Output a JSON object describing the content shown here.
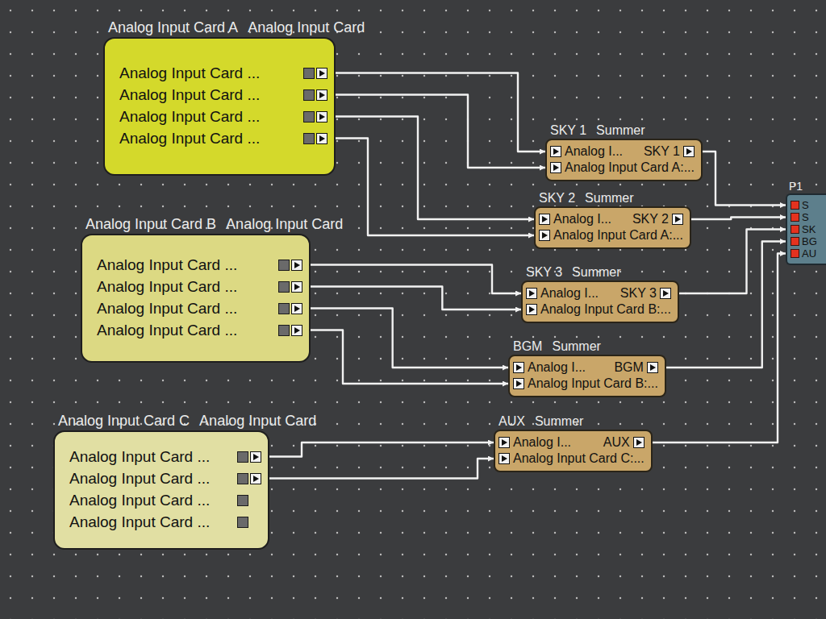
{
  "diagram": {
    "nodes": [
      {
        "text": [
          "Analog Input Card A",
          "Analog Input Card",
          "Analog Input Card ...",
          "Analog Input Card ...",
          "Analog Input Card ...",
          "Analog Input Card ..."
        ]
      },
      {
        "text": [
          "Analog Input Card B",
          "Analog Input Card",
          "Analog Input Card ...",
          "Analog Input Card ...",
          "Analog Input Card ...",
          "Analog Input Card ..."
        ]
      },
      {
        "text": [
          "Analog Input Card C",
          "Analog Input Card",
          "Analog Input Card ...",
          "Analog Input Card ...",
          "Analog Input Card ...",
          "Analog Input Card ..."
        ]
      },
      {
        "text": [
          "SKY 1",
          "Summer",
          "Analog I...",
          "Analog Input Card A:...",
          "SKY 1"
        ]
      },
      {
        "text": [
          "SKY 2",
          "Summer",
          "Analog I...",
          "Analog Input Card A:...",
          "SKY 2"
        ]
      },
      {
        "text": [
          "SKY 3",
          "Summer",
          "Analog I...",
          "Analog Input Card B:...",
          "SKY 3"
        ]
      },
      {
        "text": [
          "BGM",
          "Summer",
          "Analog I...",
          "Analog Input Card B:...",
          "BGM"
        ]
      },
      {
        "text": [
          "AUX",
          "Summer",
          "Analog I...",
          "Analog Input Card C:...",
          "AUX"
        ]
      },
      {
        "text": [
          "P1",
          "S",
          "S",
          "SK",
          "BG",
          "AU"
        ]
      }
    ],
    "edges": [
      {
        "from": 0,
        "to": 3,
        "arrow": "to"
      },
      {
        "from": 0,
        "to": 3,
        "arrow": "to"
      },
      {
        "from": 0,
        "to": 4,
        "arrow": "to"
      },
      {
        "from": 0,
        "to": 4,
        "arrow": "to"
      },
      {
        "from": 1,
        "to": 5,
        "arrow": "to"
      },
      {
        "from": 1,
        "to": 5,
        "arrow": "to"
      },
      {
        "from": 1,
        "to": 6,
        "arrow": "to"
      },
      {
        "from": 1,
        "to": 6,
        "arrow": "to"
      },
      {
        "from": 2,
        "to": 7,
        "arrow": "to"
      },
      {
        "from": 2,
        "to": 7,
        "arrow": "to"
      },
      {
        "from": 3,
        "to": 8,
        "arrow": "to"
      },
      {
        "from": 4,
        "to": 8,
        "arrow": "to"
      },
      {
        "from": 5,
        "to": 8,
        "arrow": "to"
      },
      {
        "from": 6,
        "to": 8,
        "arrow": "to"
      },
      {
        "from": 7,
        "to": 8,
        "arrow": "to"
      }
    ]
  }
}
